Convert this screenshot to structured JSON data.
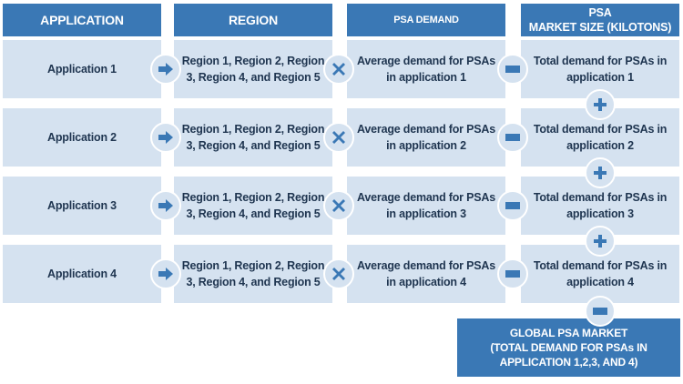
{
  "headers": {
    "application": "APPLICATION",
    "region": "REGION",
    "psa_demand": "PSA DEMAND",
    "market_size_line1": "PSA",
    "market_size_line2": "MARKET SIZE (KILOTONS)"
  },
  "rows": [
    {
      "application": "Application 1",
      "region": "Region 1, Region 2, Region 3, Region 4, and Region 5",
      "demand": "Average demand for PSAs in application 1",
      "total": "Total demand for PSAs in application 1"
    },
    {
      "application": "Application 2",
      "region": "Region 1, Region 2, Region 3, Region 4, and Region 5",
      "demand": "Average demand for PSAs in application  2",
      "total": "Total demand for PSAs in application 2"
    },
    {
      "application": "Application 3",
      "region": "Region 1, Region 2, Region 3, Region 4, and Region 5",
      "demand": "Average demand for PSAs in application 3",
      "total": "Total demand for PSAs in application 3"
    },
    {
      "application": "Application 4",
      "region": "Region 1, Region 2, Region 3, Region 4, and Region 5",
      "demand": "Average demand for PSAs in application 4",
      "total": "Total demand for PSAs in application 4"
    }
  ],
  "operators": {
    "app_to_region": "arrow-right-icon",
    "region_to_demand": "multiply-icon",
    "demand_to_total": "equals-icon",
    "between_totals": "plus-icon",
    "totals_to_global": "equals-icon"
  },
  "global": {
    "line1": "GLOBAL PSA MARKET",
    "line2": "(TOTAL DEMAND FOR PSAs IN",
    "line3": "APPLICATION 1,2,3, AND 4)"
  },
  "colors": {
    "header_bg": "#3a78b5",
    "cell_bg": "#d5e2f0",
    "cell_text": "#1f3550",
    "icon": "#3a78b5"
  }
}
